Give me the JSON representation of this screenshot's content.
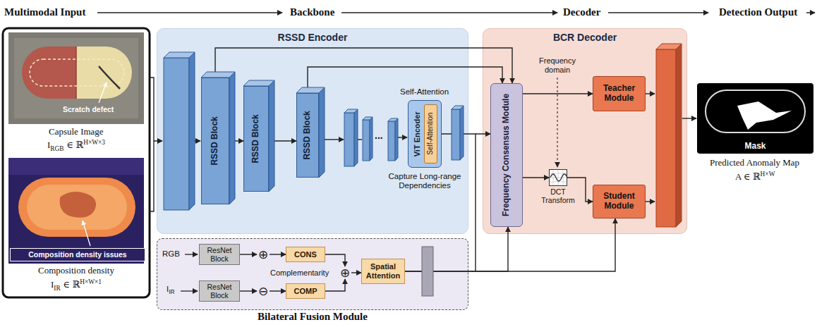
{
  "diagram": {
    "nodes": [
      {
        "text": [
          "Composition density issues"
        ]
      },
      {
        "text": [
          "RSSD Encoder"
        ]
      },
      {
        "text": [
          "RSSD Block"
        ],
        "in": 1
      },
      {
        "text": [
          "RSSD Block"
        ],
        "in": 1
      },
      {
        "text": [
          "RSSD Block"
        ],
        "in": 1
      },
      {
        "text": [
          "ViT Encoder"
        ],
        "in": 1
      },
      {
        "text": [
          "Self-Attention"
        ],
        "in": 5
      },
      {
        "text": [
          "BCR Decoder"
        ]
      },
      {
        "text": [
          "Frequency Consensus Module"
        ],
        "in": 7
      },
      {
        "text": [
          "DCT Transform"
        ],
        "in": 7
      },
      {
        "text": [
          "Teacher Module"
        ],
        "in": 7
      },
      {
        "text": [
          "Student Module"
        ],
        "in": 7
      },
      {
        "text": [
          "Mask"
        ]
      },
      {
        "text": [
          "Bilateral Fusion Module"
        ]
      },
      {
        "text": [
          "ResNet Block"
        ],
        "in": 13
      },
      {
        "text": [
          "ResNet Block"
        ],
        "in": 13
      },
      {
        "text": [
          "⊕"
        ],
        "in": 13
      },
      {
        "text": [
          "⊖"
        ],
        "in": 13
      },
      {
        "text": [
          "CONS"
        ],
        "in": 13
      },
      {
        "text": [
          "COMP"
        ],
        "in": 13
      },
      {
        "text": [
          "⊕"
        ],
        "in": 13
      },
      {
        "text": [
          "Spatial Attention"
        ],
        "in": 13
      }
    ],
    "edges": [
      {
        "from": 2,
        "to": 3,
        "arrow": "to"
      },
      {
        "from": 3,
        "to": 4,
        "arrow": "to"
      },
      {
        "from": 2,
        "to": 8,
        "arrow": "to"
      },
      {
        "from": 4,
        "to": 8,
        "arrow": "to"
      },
      {
        "from": 5,
        "to": 8,
        "arrow": "to"
      },
      {
        "from": 8,
        "to": 9,
        "arrow": "to"
      },
      {
        "from": 8,
        "to": 10,
        "arrow": "to"
      },
      {
        "from": 9,
        "to": 11,
        "arrow": "to"
      },
      {
        "from": 14,
        "to": 16,
        "arrow": "to"
      },
      {
        "from": 15,
        "to": 17,
        "arrow": "to"
      },
      {
        "from": 16,
        "to": 18,
        "arrow": "to"
      },
      {
        "from": 17,
        "to": 19,
        "arrow": "to"
      },
      {
        "from": 18,
        "to": 20,
        "arrow": "to"
      },
      {
        "from": 19,
        "to": 20,
        "arrow": "to"
      },
      {
        "from": 20,
        "to": 21,
        "arrow": "to"
      },
      {
        "from": 21,
        "to": 8,
        "arrow": "to"
      },
      {
        "from": 21,
        "to": 11,
        "arrow": "to"
      }
    ],
    "labels": [
      "Multimodal Input",
      "Backbone",
      "Decoder",
      "Detection Output",
      "Scratch defect",
      "Capsule Image",
      "I",
      "RGB",
      "∈ ℝ",
      "H×W×3",
      "Composition density",
      "I",
      "IR",
      "∈ ℝ",
      "H×W×1",
      "Self-Attention",
      "...",
      "Capture Long-range Dependencies",
      "Frequency domain",
      "Predicted Anomaly Map",
      "A ∈ ℝ",
      "H×W",
      "RGB",
      "I",
      "IR",
      "Complementarity"
    ]
  }
}
